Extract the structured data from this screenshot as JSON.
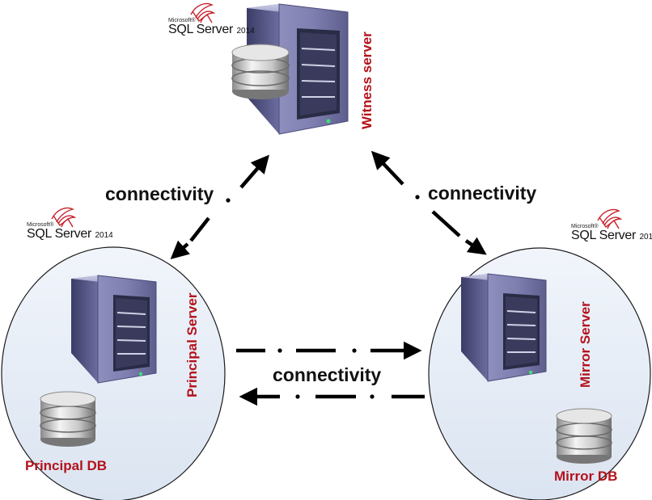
{
  "logo": {
    "brand": "Microsoft®",
    "product": "SQL Server",
    "version": "2014"
  },
  "nodes": {
    "witness": {
      "label": "Witness server"
    },
    "principal": {
      "label": "Principal Server",
      "db": "Principal DB"
    },
    "mirror": {
      "label": "Mirror Server",
      "db": "Mirror DB"
    }
  },
  "links": {
    "left": "connectivity",
    "right": "connectivity",
    "bottom": "connectivity"
  },
  "colors": {
    "label_red": "#b4121c",
    "ellipse_fill": "#e8eef7",
    "server_body": "#5d5e8c"
  }
}
